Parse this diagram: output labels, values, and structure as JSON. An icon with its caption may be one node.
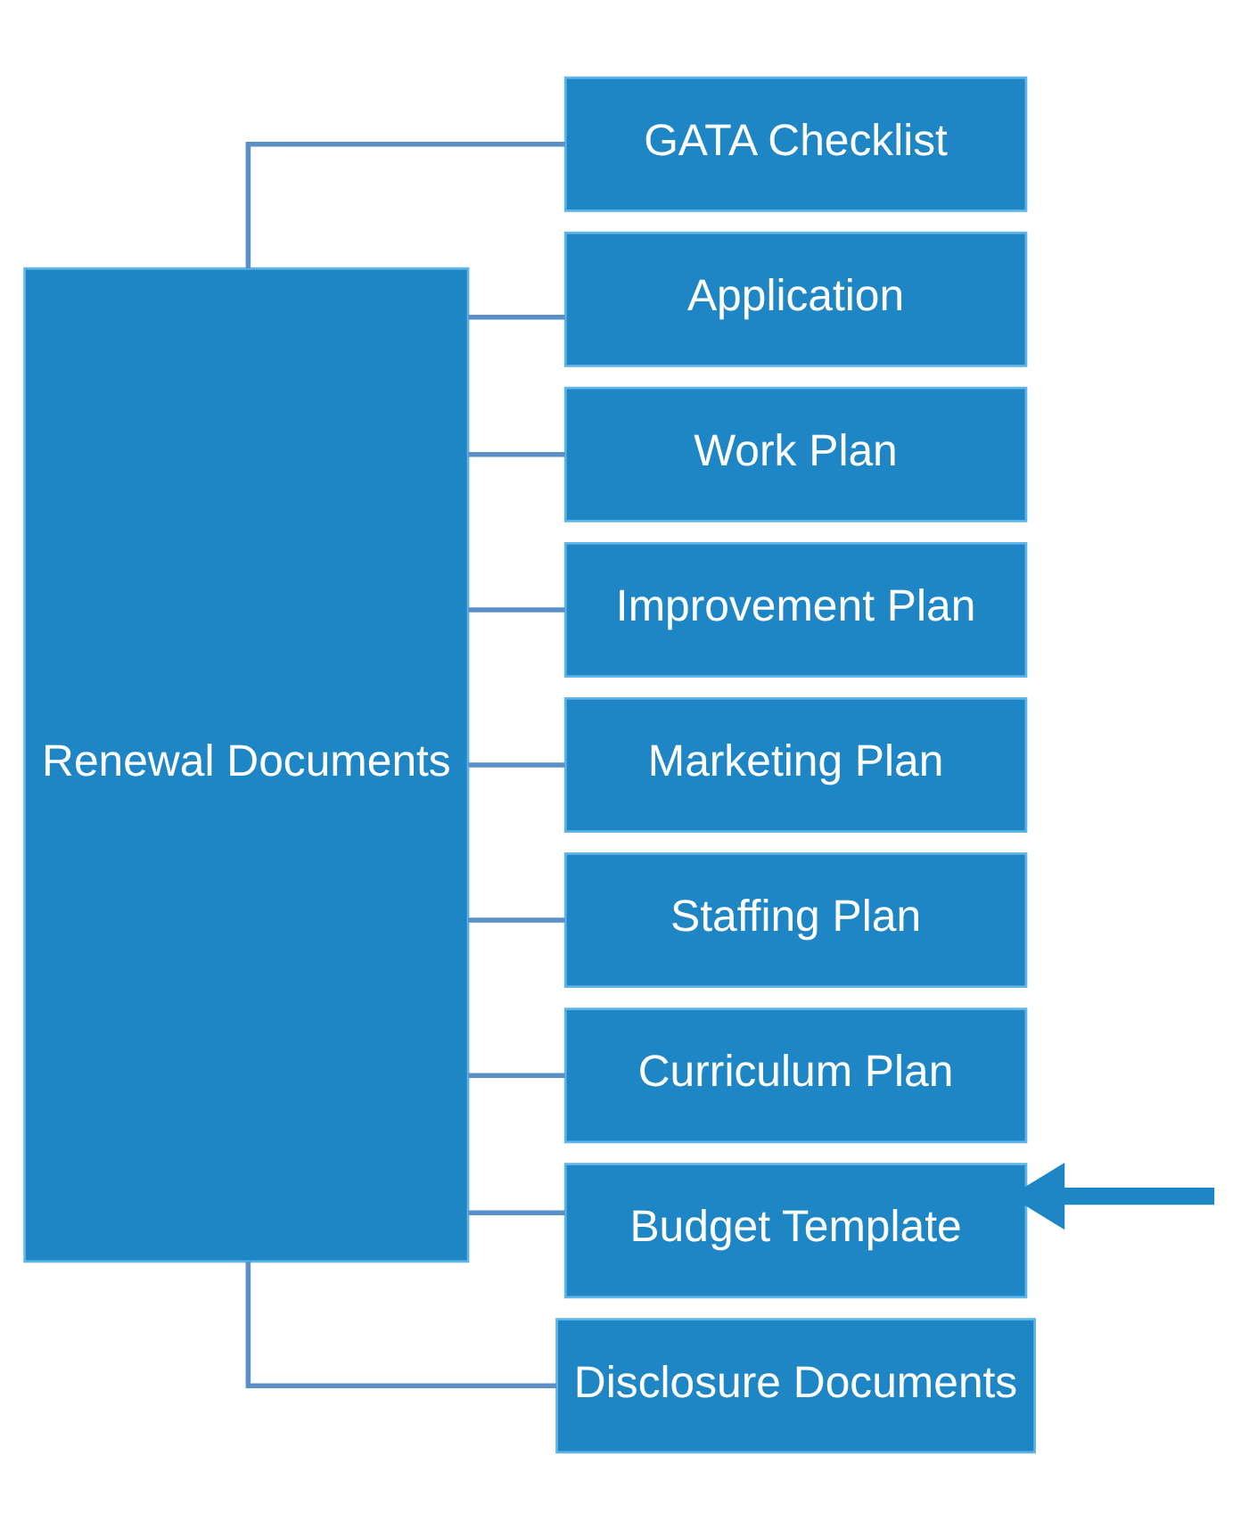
{
  "diagram": {
    "nodes": [
      {
        "text": [
          "Renewal Documents"
        ]
      },
      {
        "text": [
          "GATA Checklist"
        ]
      },
      {
        "text": [
          "Application"
        ]
      },
      {
        "text": [
          "Work Plan"
        ]
      },
      {
        "text": [
          "Improvement Plan"
        ]
      },
      {
        "text": [
          "Marketing Plan"
        ]
      },
      {
        "text": [
          "Staffing Plan"
        ]
      },
      {
        "text": [
          "Curriculum Plan"
        ]
      },
      {
        "text": [
          "Budget Template"
        ]
      },
      {
        "text": [
          "Disclosure Documents"
        ]
      }
    ],
    "edges": [
      {
        "from": 0,
        "to": 1,
        "arrow": "none"
      },
      {
        "from": 0,
        "to": 2,
        "arrow": "none"
      },
      {
        "from": 0,
        "to": 3,
        "arrow": "none"
      },
      {
        "from": 0,
        "to": 4,
        "arrow": "none"
      },
      {
        "from": 0,
        "to": 5,
        "arrow": "none"
      },
      {
        "from": 0,
        "to": 6,
        "arrow": "none"
      },
      {
        "from": 0,
        "to": 7,
        "arrow": "none"
      },
      {
        "from": 0,
        "to": 8,
        "arrow": "none"
      },
      {
        "from": 0,
        "to": 9,
        "arrow": "none"
      },
      {
        "from": null,
        "to": 8,
        "arrow": "to",
        "style": "thick",
        "color": "#1f86c6"
      }
    ]
  }
}
